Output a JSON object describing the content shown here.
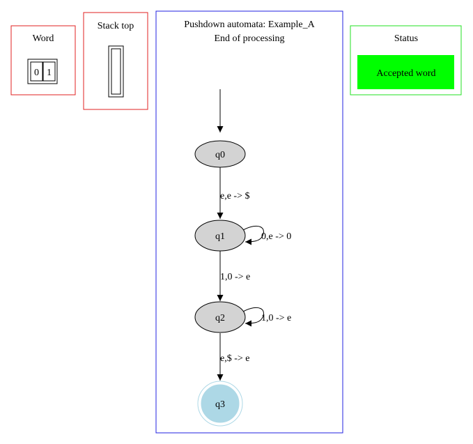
{
  "word_panel": {
    "title": "Word",
    "symbols": [
      "0",
      "1"
    ],
    "border_color": "#e02020"
  },
  "stack_panel": {
    "title": "Stack top",
    "border_color": "#e02020"
  },
  "automaton": {
    "title_line1": "Pushdown automata: Example_A",
    "title_line2": "End of processing",
    "border_color": "#2020e0",
    "states": [
      {
        "id": "q0",
        "label": "q0",
        "fill": "#d3d3d3",
        "accepting": false
      },
      {
        "id": "q1",
        "label": "q1",
        "fill": "#d3d3d3",
        "accepting": false
      },
      {
        "id": "q2",
        "label": "q2",
        "fill": "#d3d3d3",
        "accepting": false
      },
      {
        "id": "q3",
        "label": "q3",
        "fill": "#add8e6",
        "accepting": true
      }
    ],
    "transitions": [
      {
        "from": "q0",
        "to": "q1",
        "label": "e,e -> $"
      },
      {
        "from": "q1",
        "to": "q1",
        "label": "0,e -> 0"
      },
      {
        "from": "q1",
        "to": "q2",
        "label": "1,0 -> e"
      },
      {
        "from": "q2",
        "to": "q2",
        "label": "1,0 -> e"
      },
      {
        "from": "q2",
        "to": "q3",
        "label": "e,$ -> e"
      }
    ]
  },
  "status_panel": {
    "title": "Status",
    "message": "Accepted word",
    "border_color": "#20e020",
    "message_color": "#00ff00"
  }
}
